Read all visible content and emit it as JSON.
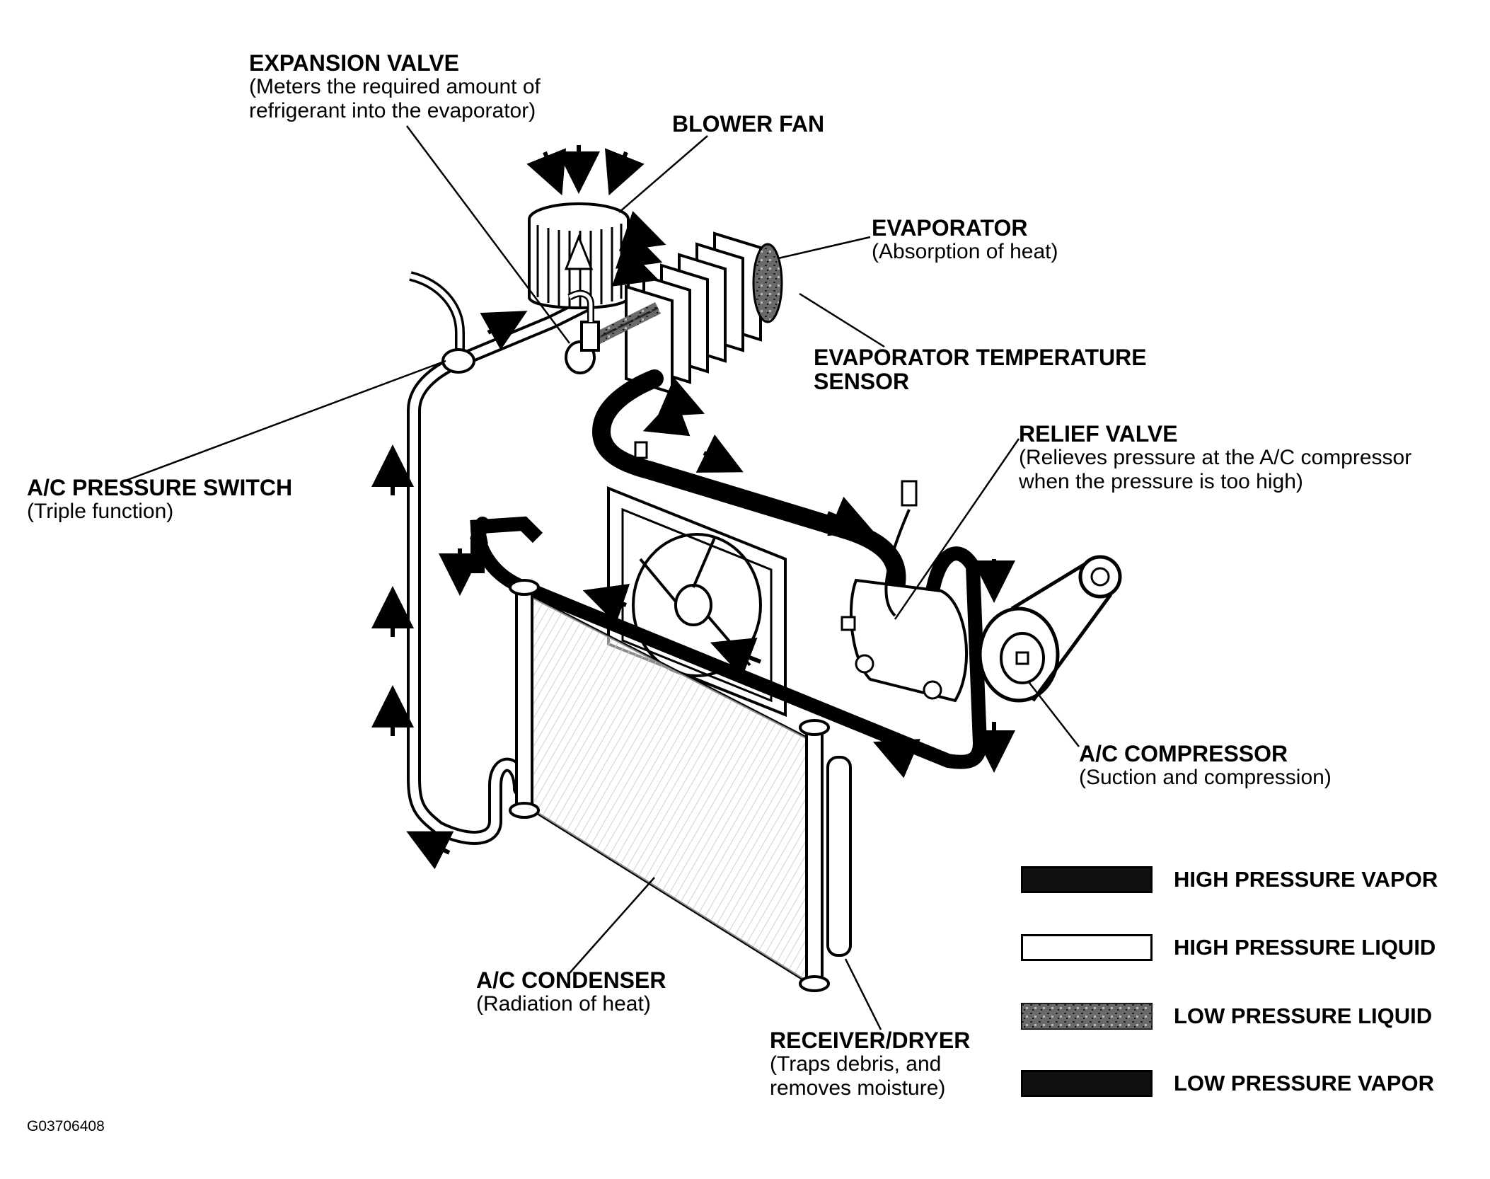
{
  "labels": {
    "expansion_valve": {
      "title": "EXPANSION VALVE",
      "desc1": "(Meters the required amount of",
      "desc2": "refrigerant into the evaporator)"
    },
    "blower_fan": {
      "title": "BLOWER FAN"
    },
    "evaporator": {
      "title": "EVAPORATOR",
      "desc1": "(Absorption of heat)"
    },
    "evaporator_temp_sensor": {
      "title1": "EVAPORATOR TEMPERATURE",
      "title2": "SENSOR"
    },
    "relief_valve": {
      "title": "RELIEF VALVE",
      "desc1": "(Relieves pressure at the A/C compressor",
      "desc2": "when the pressure is too high)"
    },
    "ac_pressure_switch": {
      "title": "A/C PRESSURE SWITCH",
      "desc1": "(Triple function)"
    },
    "ac_compressor": {
      "title": "A/C COMPRESSOR",
      "desc1": "(Suction and compression)"
    },
    "ac_condenser": {
      "title": "A/C CONDENSER",
      "desc1": "(Radiation of heat)"
    },
    "receiver_dryer": {
      "title": "RECEIVER/DRYER",
      "desc1": "(Traps debris, and",
      "desc2": "removes moisture)"
    }
  },
  "legend": [
    {
      "label": "HIGH PRESSURE VAPOR",
      "color": "#111111",
      "pattern": "solid"
    },
    {
      "label": "HIGH PRESSURE LIQUID",
      "color": "#ffffff",
      "pattern": "outline"
    },
    {
      "label": "LOW PRESSURE LIQUID",
      "color": "#555555",
      "pattern": "speckled"
    },
    {
      "label": "LOW PRESSURE VAPOR",
      "color": "#111111",
      "pattern": "solid"
    }
  ],
  "figure_code": "G03706408"
}
